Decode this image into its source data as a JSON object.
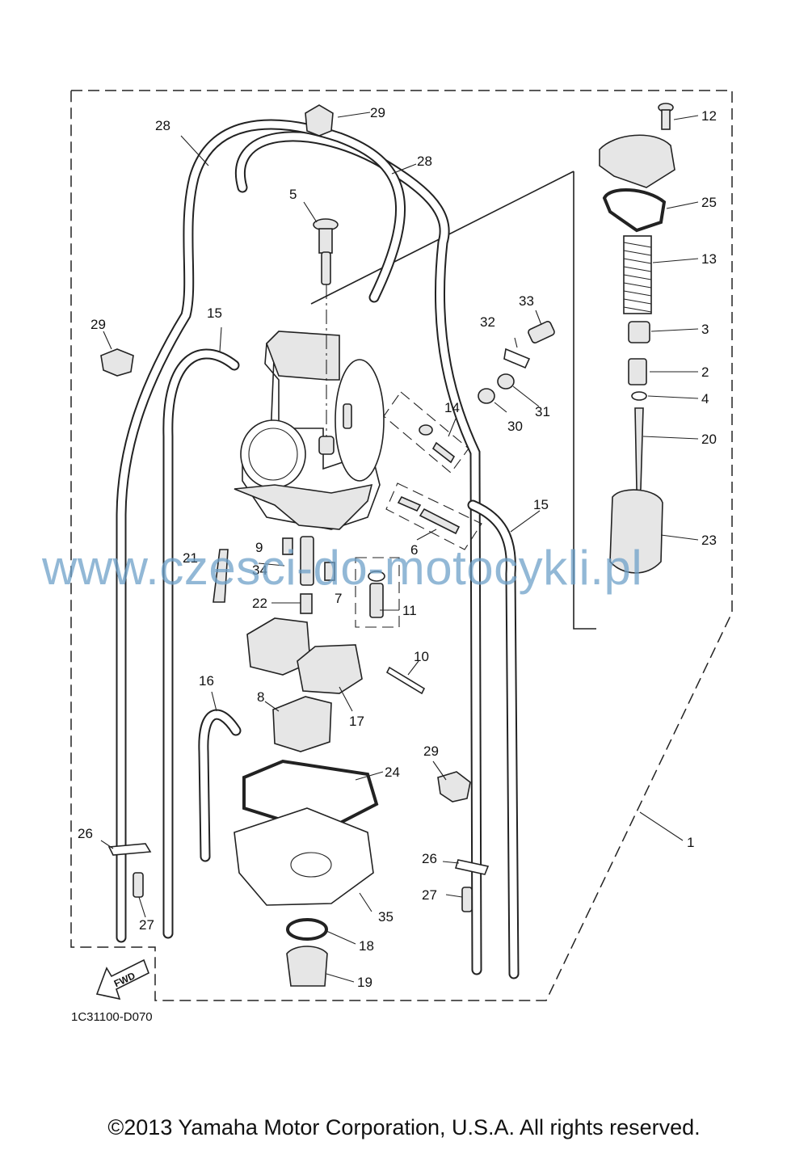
{
  "diagram": {
    "watermark": "www.czesci-do-motocykli.pl",
    "drawing_code": "1C31100-D070",
    "copyright": "©2013 Yamaha Motor Corporation, U.S.A. All rights reserved.",
    "fwd_label": "FWD",
    "callouts": {
      "c1": "1",
      "c2": "2",
      "c3": "3",
      "c4": "4",
      "c5": "5",
      "c6": "6",
      "c7": "7",
      "c8": "8",
      "c9": "9",
      "c10": "10",
      "c11": "11",
      "c12": "12",
      "c13": "13",
      "c14": "14",
      "c15a": "15",
      "c15b": "15",
      "c16": "16",
      "c17": "17",
      "c18": "18",
      "c19": "19",
      "c20": "20",
      "c21": "21",
      "c22": "22",
      "c23": "23",
      "c24": "24",
      "c25": "25",
      "c26a": "26",
      "c26b": "26",
      "c27a": "27",
      "c27b": "27",
      "c28a": "28",
      "c28b": "28",
      "c29a": "29",
      "c29b": "29",
      "c29c": "29",
      "c30": "30",
      "c31": "31",
      "c32": "32",
      "c33": "33",
      "c34": "34",
      "c35": "35"
    }
  }
}
